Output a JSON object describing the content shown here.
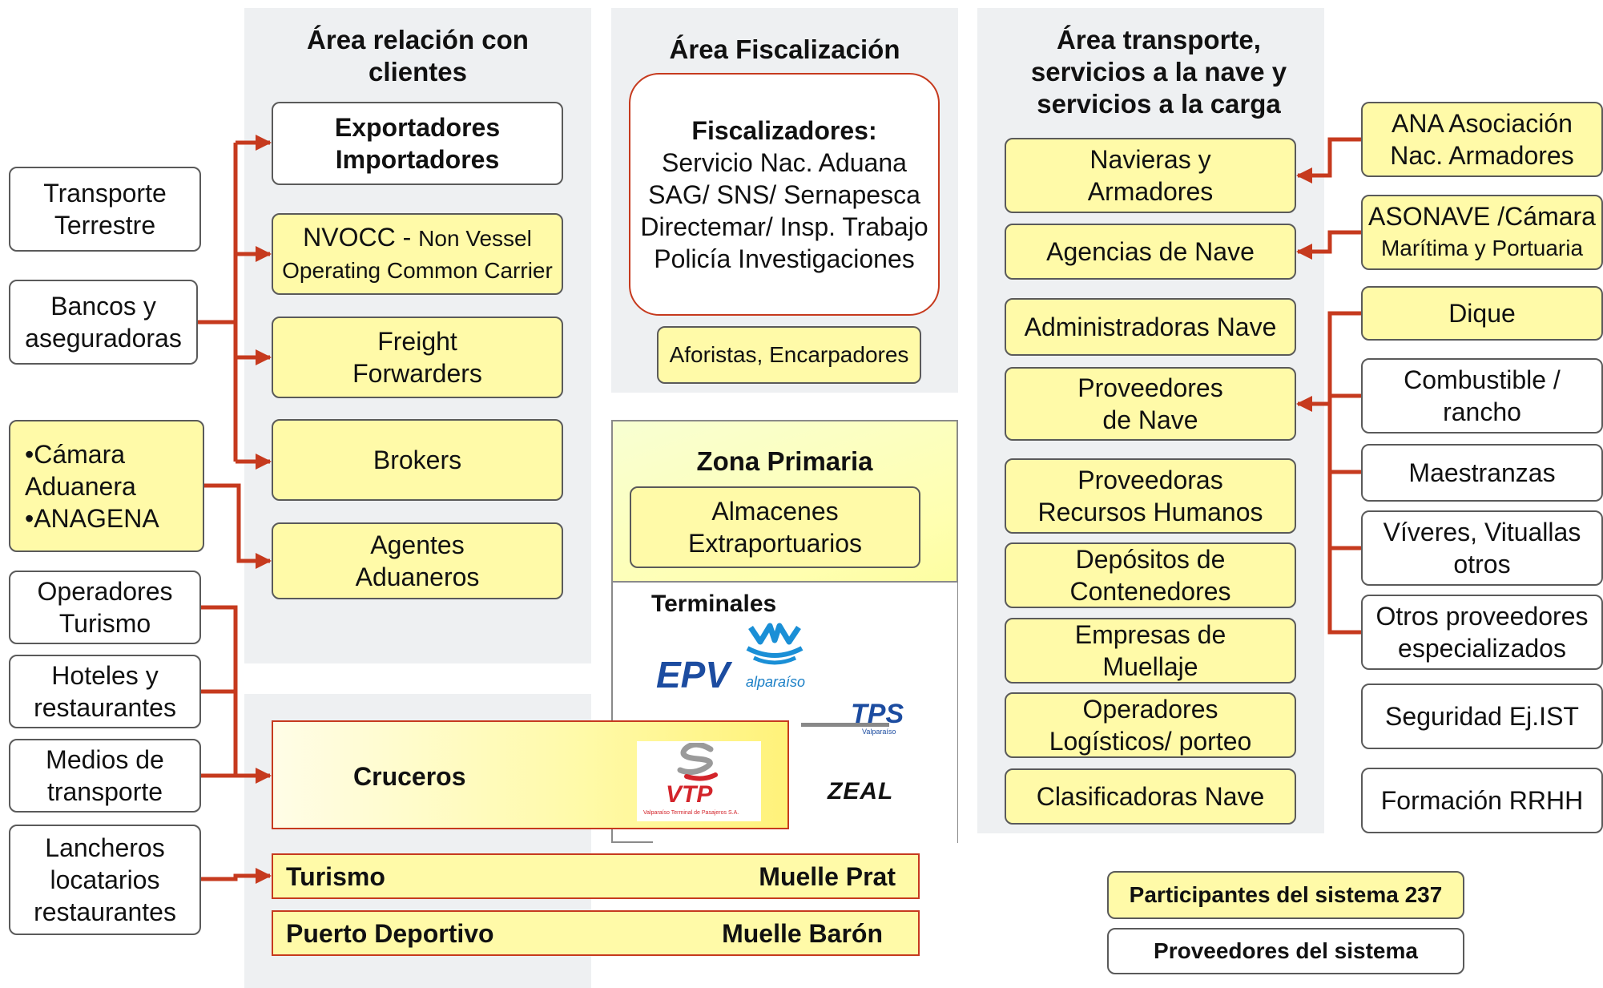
{
  "areas": {
    "clients_title": [
      "Área relación con",
      "clientes"
    ],
    "fiscal_title": "Área Fiscalización",
    "transport_title": [
      "Área transporte,",
      "servicios a la nave y",
      "servicios a la carga"
    ]
  },
  "left_column": [
    [
      "Transporte",
      "Terrestre"
    ],
    [
      "Bancos y",
      "aseguradoras"
    ],
    [
      "•Cámara",
      "Aduanera",
      "•ANAGENA"
    ],
    [
      "Operadores",
      "Turismo"
    ],
    [
      "Hoteles y",
      "restaurantes"
    ],
    [
      "Medios de",
      "transporte"
    ],
    [
      "Lancheros",
      "locatarios",
      "restaurantes"
    ]
  ],
  "clients": {
    "exportadores": [
      "Exportadores",
      "Importadores"
    ],
    "nvocc_main": "NVOCC",
    "nvocc_sep": " - ",
    "nvocc_small1": "Non Vessel",
    "nvocc_small2": "Operating Common Carrier",
    "freight": [
      "Freight",
      "Forwarders"
    ],
    "brokers": "Brokers",
    "agentes": [
      "Agentes",
      "Aduaneros"
    ]
  },
  "fiscal": {
    "heading": "Fiscalizadores:",
    "lines": [
      "Servicio Nac. Aduana",
      "SAG/ SNS/ Sernapesca",
      "Directemar/ Insp. Trabajo",
      "Policía Investigaciones"
    ],
    "aforistas": "Aforistas, Encarpadores"
  },
  "zona": {
    "title": "Zona Primaria",
    "almacenes": [
      "Almacenes",
      "Extraportuarios"
    ],
    "terminales": "Terminales",
    "logos": {
      "epv_main": "EPV",
      "epv_sub": "alparaíso",
      "tps_main": "TPS",
      "tps_sub": "Valparaíso",
      "zeal": "ZEAL",
      "vtp_main": "VTP",
      "vtp_sub": "Valparaíso Terminal de Pasajeros S.A."
    }
  },
  "bottom": {
    "cruceros": "Cruceros",
    "turismo": "Turismo",
    "muelle_prat": "Muelle Prat",
    "puerto_deportivo": "Puerto Deportivo",
    "muelle_baron": "Muelle Barón"
  },
  "transport_column": [
    [
      "Navieras y",
      "Armadores"
    ],
    [
      "Agencias de Nave"
    ],
    [
      "Administradoras Nave"
    ],
    [
      "Proveedores",
      "de Nave"
    ],
    [
      "Proveedoras",
      "Recursos Humanos"
    ],
    [
      "Depósitos de",
      "Contenedores"
    ],
    [
      "Empresas de",
      "Muellaje"
    ],
    [
      "Operadores",
      "Logísticos/ porteo"
    ],
    [
      "Clasificadoras Nave"
    ]
  ],
  "right_column": {
    "ana": [
      "ANA Asociación",
      "Nac. Armadores"
    ],
    "asonave_main": "ASONAVE /Cámara",
    "asonave_small": "Marítima y Portuaria",
    "dique": "Dique",
    "combustible": [
      "Combustible /",
      "rancho"
    ],
    "maestranzas": "Maestranzas",
    "viveres": [
      "Víveres, Vituallas",
      "otros"
    ],
    "otros": [
      "Otros proveedores",
      "especializados"
    ],
    "seguridad": "Seguridad Ej.IST",
    "formacion": "Formación RRHH"
  },
  "legend": {
    "participantes": "Participantes del sistema 237",
    "proveedores": "Proveedores del sistema"
  },
  "colors": {
    "participant_fill": "#fffaa8",
    "provider_fill": "#ffffff",
    "arrow": "#c63a1e",
    "panel": "#eef0f2"
  }
}
